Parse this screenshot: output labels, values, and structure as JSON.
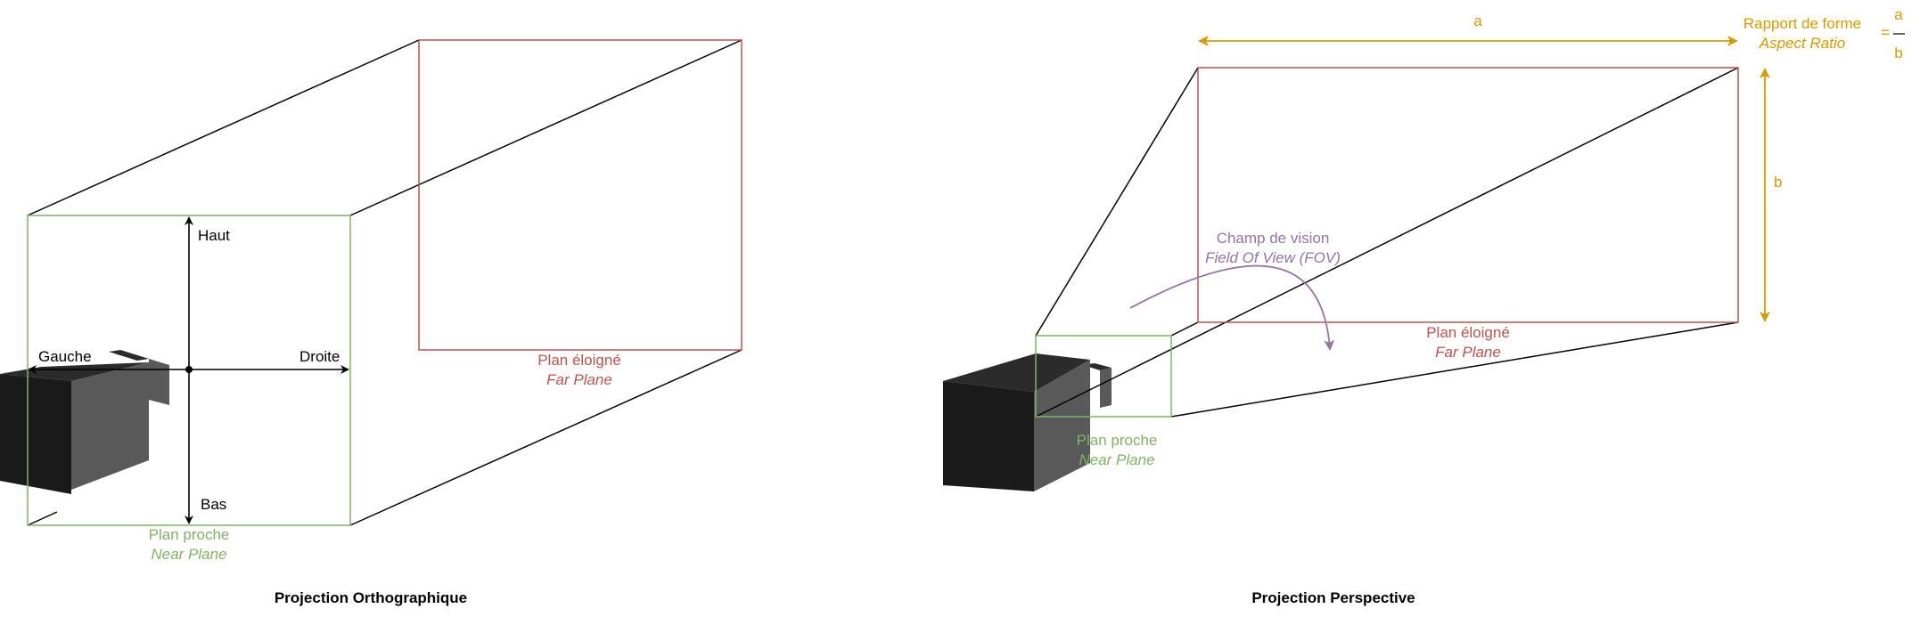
{
  "ortho": {
    "up_label": "Haut",
    "down_label": "Bas",
    "left_label": "Gauche",
    "right_label": "Droite",
    "near_fr": "Plan proche",
    "near_en": "Near Plane",
    "far_fr": "Plan éloigné",
    "far_en": "Far Plane",
    "caption": "Projection Orthographique"
  },
  "persp": {
    "width_label": "a",
    "height_label": "b",
    "aspect_fr": "Rapport de forme",
    "aspect_en": "Aspect Ratio",
    "ratio_eq": "=",
    "ratio_num": "a",
    "ratio_den": "b",
    "fov_fr": "Champ de vision",
    "fov_en": "Field Of View (FOV)",
    "near_fr": "Plan proche",
    "near_en": "Near Plane",
    "far_fr": "Plan éloigné",
    "far_en": "Far Plane",
    "caption": "Projection Perspective"
  },
  "colors": {
    "near": "#82b366",
    "far": "#b85450",
    "fov": "#9673a6",
    "aspect": "#d79b00",
    "camera_front": "#1a1a1a",
    "camera_side": "#595959",
    "camera_top": "#2b2b2b"
  }
}
